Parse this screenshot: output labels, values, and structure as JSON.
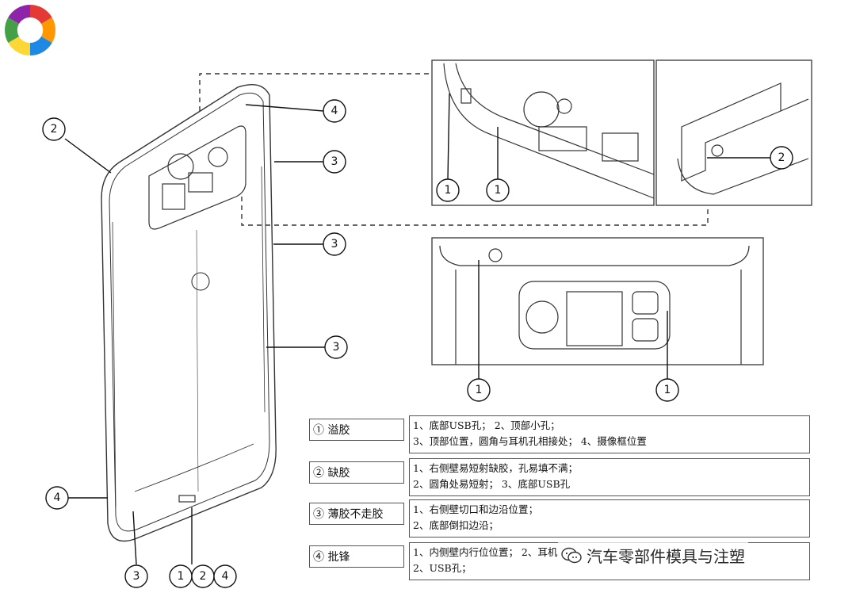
{
  "callouts": {
    "labels": [
      "1",
      "2",
      "3",
      "4"
    ]
  },
  "legend": [
    {
      "key": "① 溢胶",
      "lines": [
        "1、底部USB孔；  2、顶部小孔；",
        "3、顶部位置，圆角与耳机孔相接处；  4、摄像框位置"
      ]
    },
    {
      "key": "② 缺胶",
      "lines": [
        "1、右侧壁易短射缺胶，孔易填不满；",
        "2、圆角处易短射；   3、底部USB孔"
      ]
    },
    {
      "key": "③ 薄胶不走胶",
      "lines": [
        "1、右侧壁切口和边沿位置；",
        "2、底部倒扣边沿；"
      ]
    },
    {
      "key": "④ 批锋",
      "lines": [
        "1、内侧壁内行位位置；  2、耳机",
        "2、USB孔；"
      ]
    }
  ],
  "watermark": {
    "text": "汽车零部件模具与注塑",
    "icon": "wechat-icon"
  },
  "colors": {
    "line": "#333333",
    "dash": "#333333",
    "logo": [
      "#e53935",
      "#ff9800",
      "#fdd835",
      "#43a047",
      "#1e88e5",
      "#8e24aa"
    ]
  }
}
